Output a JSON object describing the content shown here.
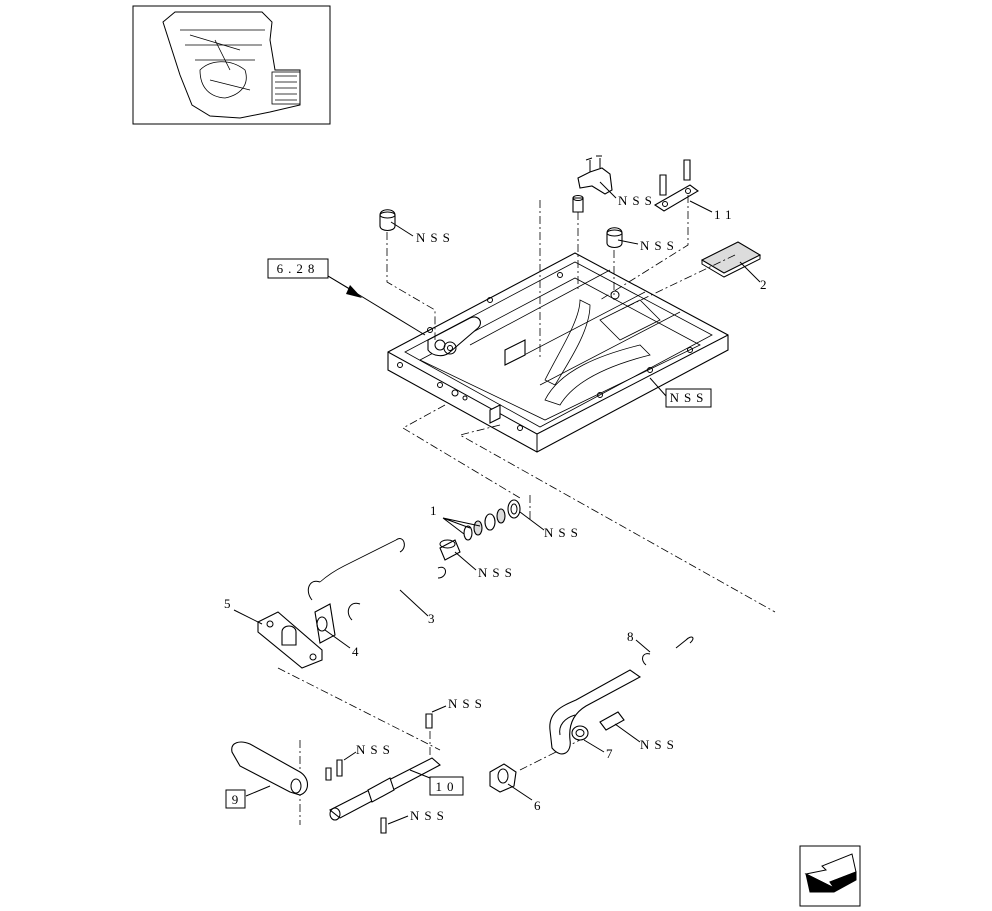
{
  "diagram": {
    "labels": {
      "ref_frame": "6.28",
      "ref_shaft": "10",
      "ref_lever": "9",
      "nss": "NSS",
      "p1": "1",
      "p2": "2",
      "p3": "3",
      "p4": "4",
      "p5": "5",
      "p6": "6",
      "p7": "7",
      "p8": "8",
      "p11": "11"
    },
    "icons": {
      "thumbnail": "cab-interior-thumbnail",
      "nav": "next-page-arrow-icon"
    }
  }
}
